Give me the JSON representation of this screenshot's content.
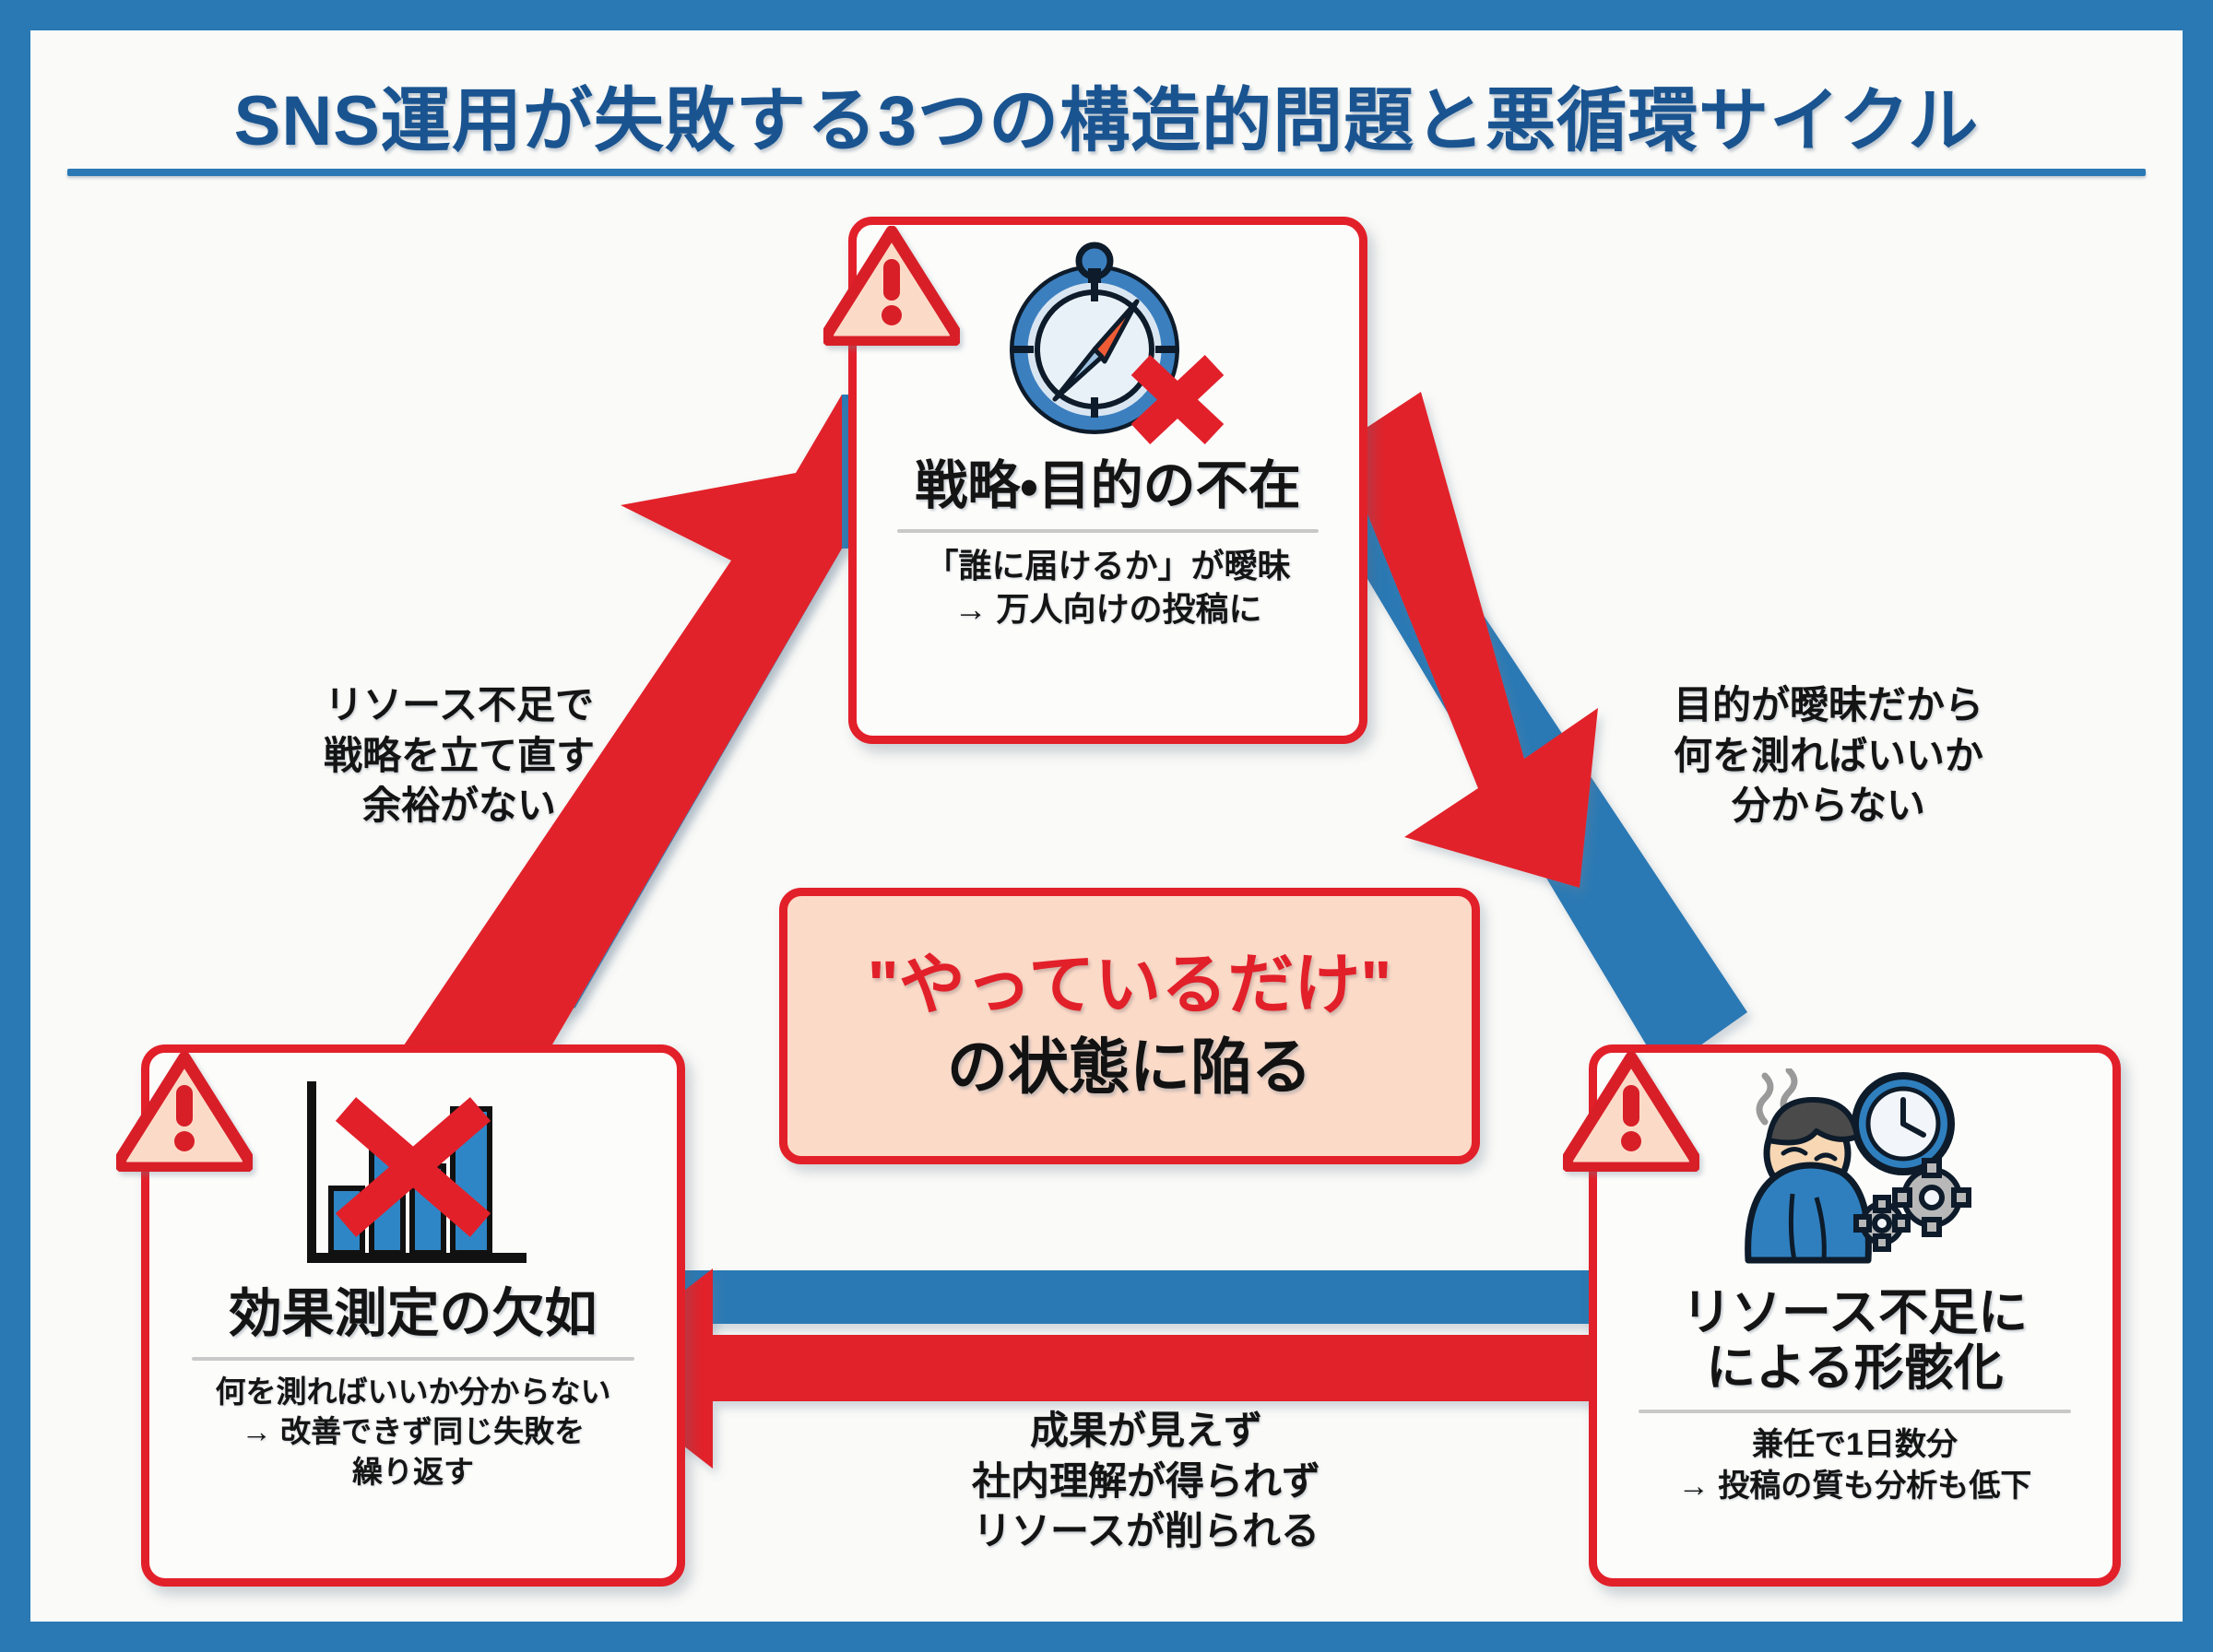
{
  "header": {
    "title": "SNS運用が失敗する3つの構造的問題と悪循環サイクル"
  },
  "colors": {
    "frame_blue": "#2b79b4",
    "title_blue": "#1a5490",
    "accent_red": "#e2202a",
    "arrow_blue": "#2b79b4",
    "callout_fill": "#fbdac8",
    "page_bg": "#fafaf8",
    "card_rule": "#c9c9c9"
  },
  "nodes": [
    {
      "id": "strategy",
      "icon": "compass-cross-icon",
      "warning_icon": "warning-triangle-icon",
      "title": "戦略・目的の不在",
      "desc": "「誰に届けるか」が曖昧\n→ 万人向けの投稿に"
    },
    {
      "id": "measurement",
      "icon": "bar-chart-cross-icon",
      "warning_icon": "warning-triangle-icon",
      "title": "効果測定の欠如",
      "desc": "何を測ればいいか分からない\n→ 改善できず同じ失敗を\n繰り返す"
    },
    {
      "id": "resource",
      "icon": "tired-person-clock-gears-icon",
      "warning_icon": "warning-triangle-icon",
      "title": "リソース不足に\nによる形骸化",
      "desc": "兼任で1日数分\n→ 投稿の質も分析も低下"
    }
  ],
  "center": {
    "line1": "\"やっているだけ\"",
    "line2": "の状態に陥る"
  },
  "edges": [
    {
      "id": "measurement-to-strategy",
      "direction": "up-right",
      "label": "リソース不足で\n戦略を立て直す\n余裕がない"
    },
    {
      "id": "strategy-to-resource",
      "direction": "down-right",
      "label": "目的が曖昧だから\n何を測ればいいか\n分からない"
    },
    {
      "id": "resource-to-measurement",
      "direction": "left",
      "label": "成果が見えず\n社内理解が得られず\nリソースが削られる"
    }
  ]
}
